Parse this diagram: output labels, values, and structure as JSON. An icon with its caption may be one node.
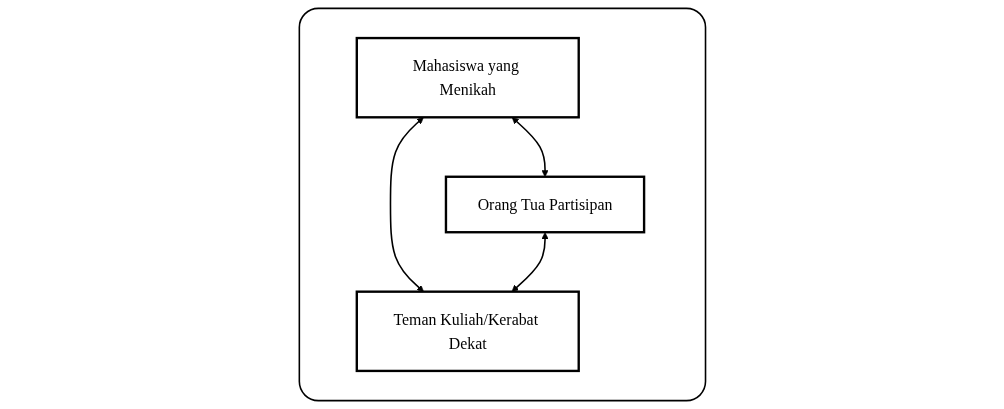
{
  "diagram": {
    "nodes": [
      {
        "text": [],
        "shape": "box"
      },
      {
        "text": [
          "Mahasiswa yang Menikah"
        ],
        "in": 0
      },
      {
        "text": [
          "Orang Tua Partisipan"
        ],
        "in": 0
      },
      {
        "text": [
          "Teman Kuliah/Kerabat Dekat"
        ],
        "in": 0
      }
    ],
    "edges": [
      {
        "from": 1,
        "to": 2,
        "arrow": "both"
      },
      {
        "from": 1,
        "to": 3,
        "arrow": "both"
      },
      {
        "from": 2,
        "to": 3,
        "arrow": "both"
      }
    ]
  }
}
